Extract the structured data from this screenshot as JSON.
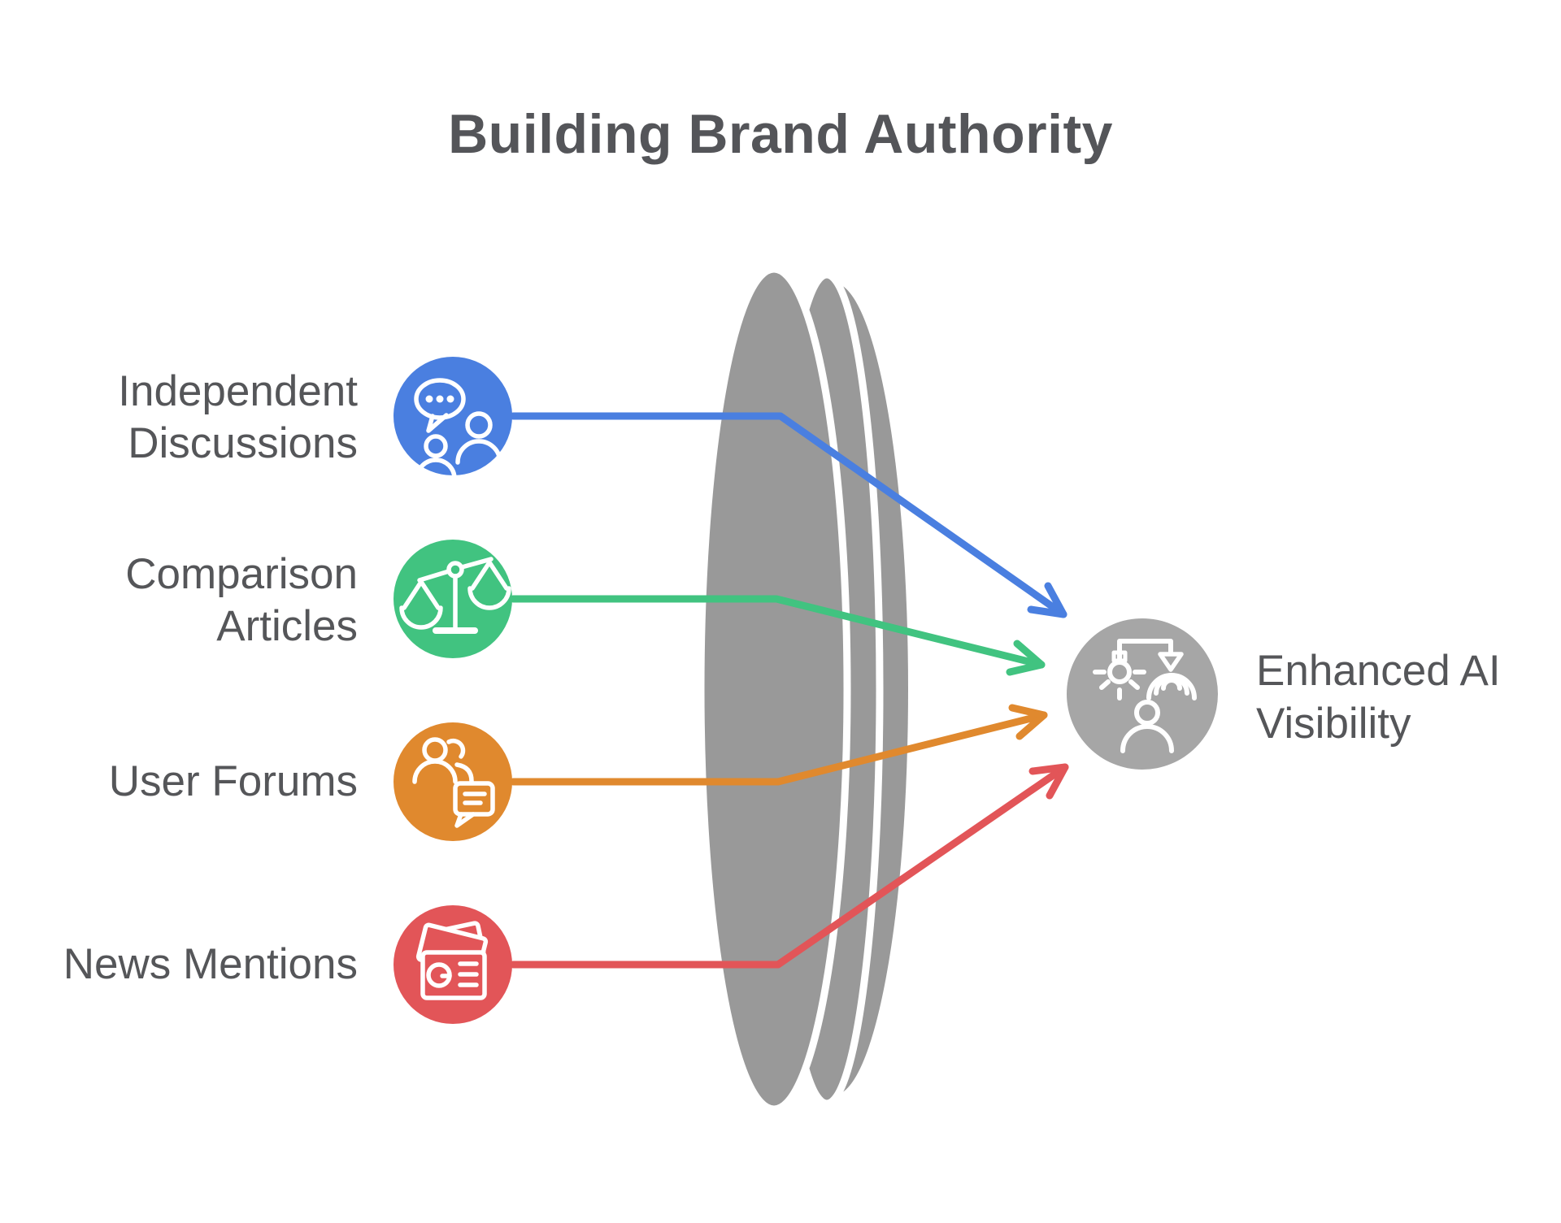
{
  "title": "Building Brand Authority",
  "colors": {
    "text": "#555659",
    "lens_gray": "#999999",
    "node_gray": "#a6a6a6",
    "blue": "#4a7fe0",
    "green": "#41c380",
    "orange": "#e0892e",
    "red": "#e25558",
    "icon_stroke": "#ffffff"
  },
  "lens": {
    "name": "funnel-lens",
    "color": "#999999"
  },
  "sources": {
    "items": [
      {
        "label": "Independent\nDiscussions",
        "icon": "chat-people-icon",
        "color": "#4a7fe0"
      },
      {
        "label": "Comparison\nArticles",
        "icon": "balance-scale-icon",
        "color": "#41c380"
      },
      {
        "label": "User Forums",
        "icon": "forum-users-icon",
        "color": "#e0892e"
      },
      {
        "label": "News Mentions",
        "icon": "news-icon",
        "color": "#e25558"
      }
    ]
  },
  "outcome": {
    "label": "Enhanced AI\nVisibility",
    "icon": "ai-visibility-icon",
    "color": "#a6a6a6"
  }
}
